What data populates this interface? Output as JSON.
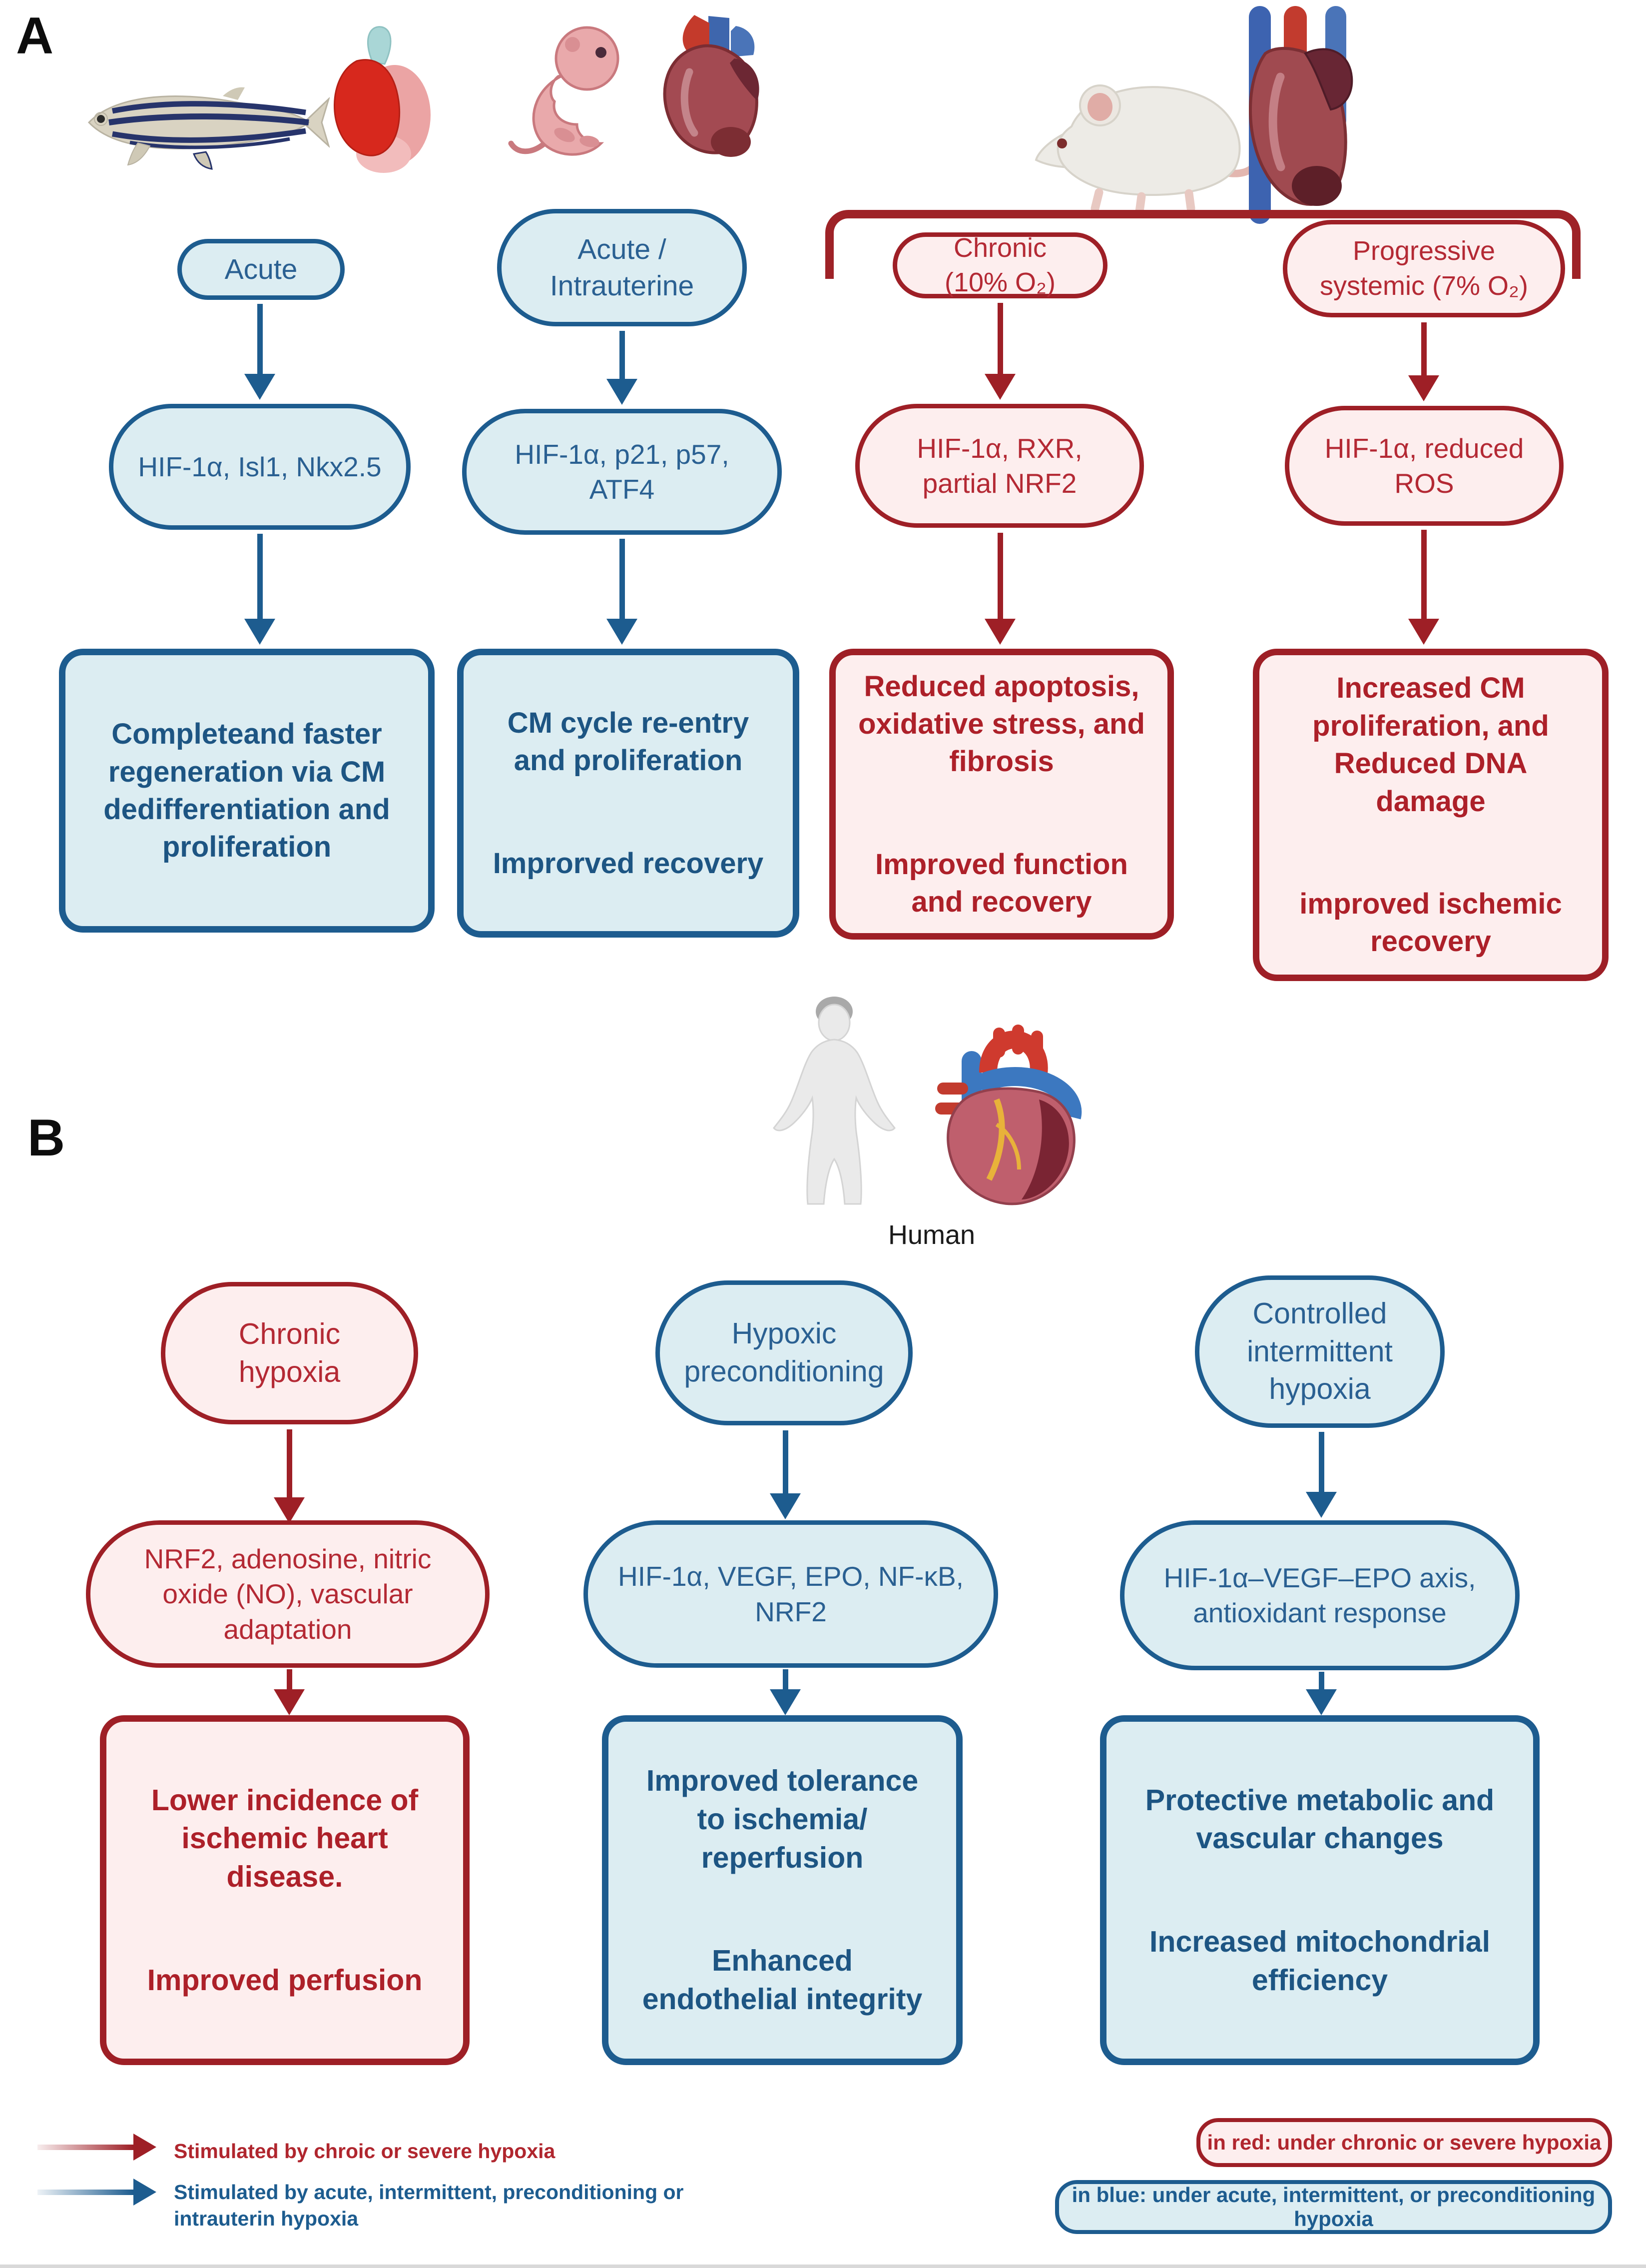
{
  "panels": {
    "a_label": "A",
    "b_label": "B"
  },
  "panelA": {
    "columns": [
      {
        "animal": "zebrafish",
        "condition": "Acute",
        "mediators": "HIF-1α, Isl1, Nkx2.5",
        "outcomes": [
          "Completeand faster regeneration via CM dedifferentiation and proliferation"
        ],
        "theme": "blue"
      },
      {
        "animal": "neonatal-mouse",
        "condition": "Acute / Intrauterine",
        "mediators": "HIF-1α, p21, p57, ATF4",
        "outcomes": [
          "CM cycle re-entry and proliferation",
          "Improrved recovery"
        ],
        "theme": "blue"
      },
      {
        "animal": "adult-mouse",
        "condition": "Chronic (10% O₂)",
        "mediators": "HIF-1α, RXR, partial NRF2",
        "outcomes": [
          "Reduced apoptosis, oxidative stress, and fibrosis",
          "Improved function and recovery"
        ],
        "theme": "red"
      },
      {
        "animal": "adult-mouse",
        "condition": "Progressive systemic (7% O₂)",
        "mediators": "HIF-1α, reduced ROS",
        "outcomes": [
          "Increased CM proliferation, and Reduced DNA damage",
          "improved ischemic recovery"
        ],
        "theme": "red"
      }
    ]
  },
  "panelB": {
    "subject_label": "Human",
    "columns": [
      {
        "condition": "Chronic hypoxia",
        "mediators": "NRF2, adenosine, nitric oxide (NO), vascular adaptation",
        "outcomes": [
          "Lower incidence of ischemic heart disease.",
          "Improved perfusion"
        ],
        "theme": "red"
      },
      {
        "condition": "Hypoxic preconditioning",
        "mediators": "HIF-1α, VEGF, EPO, NF-κB, NRF2",
        "outcomes": [
          "Improved tolerance to ischemia/ reperfusion",
          "Enhanced endothelial integrity"
        ],
        "theme": "blue"
      },
      {
        "condition": "Controlled intermittent hypoxia",
        "mediators": "HIF-1α–VEGF–EPO axis, antioxidant response",
        "outcomes": [
          "Protective metabolic and vascular changes",
          "Increased mitochondrial efficiency"
        ],
        "theme": "blue"
      }
    ]
  },
  "legend": {
    "red_arrow_label": "Stimulated by chroic or severe hypoxia",
    "blue_arrow_label": "Stimulated by acute, intermittent, preconditioning or intrauterin hypoxia",
    "red_box_label": "in red: under chronic or severe hypoxia",
    "blue_box_label": "in blue: under acute, intermittent, or preconditioning hypoxia"
  },
  "icons": {
    "panelA": [
      "zebrafish-icon",
      "zebrafish-organs-icon",
      "mouse-pup-icon",
      "neonatal-heart-icon",
      "adult-mouse-icon",
      "adult-mouse-heart-icon"
    ],
    "panelB": [
      "human-figure-icon",
      "human-heart-icon"
    ]
  },
  "colors": {
    "blue_stroke": "#1d5c8f",
    "blue_fill": "#dcedf2",
    "blue_text": "#2a6092",
    "blue_bold_text": "#1d5583",
    "red_stroke": "#9e1f26",
    "red_fill": "#fdeeee",
    "red_text": "#b42934",
    "red_bold_text": "#ad2029",
    "bracket": "#9e2227"
  }
}
